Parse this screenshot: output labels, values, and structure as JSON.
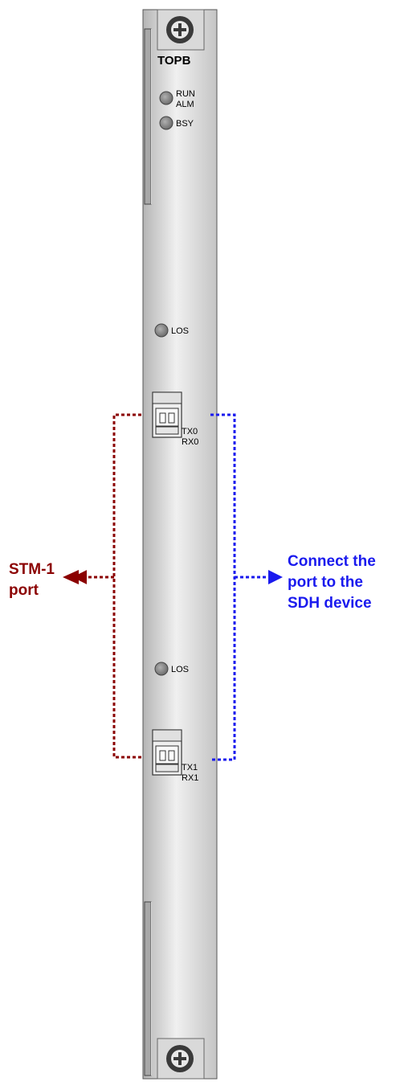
{
  "board": {
    "name": "TOPB",
    "indicators_top": [
      {
        "label_line1": "RUN",
        "label_line2": "ALM"
      },
      {
        "label_line1": "BSY",
        "label_line2": ""
      }
    ],
    "los_labels": [
      "LOS",
      "LOS"
    ],
    "ports": [
      {
        "tx": "TX0",
        "rx": "RX0"
      },
      {
        "tx": "TX1",
        "rx": "RX1"
      }
    ]
  },
  "annotations": {
    "left": {
      "line1": "STM-1",
      "line2": "port",
      "color": "#8b0000"
    },
    "right": {
      "line1": "Connect the",
      "line2": "port to the",
      "line3": "SDH device",
      "color": "#1a1aee"
    }
  },
  "colors": {
    "panel_light": "#f2f2f2",
    "panel_dark": "#b3b3b3",
    "led": "#8a8a8a",
    "screw": "#3a3a3a"
  }
}
